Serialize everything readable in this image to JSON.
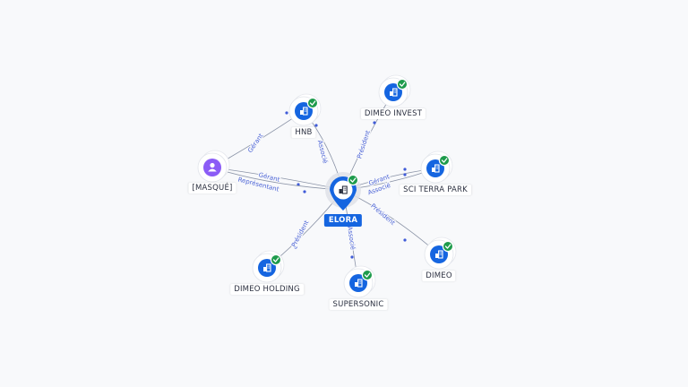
{
  "graph": {
    "center": {
      "name": "ELORA",
      "icon": "company-icon",
      "verified": true
    },
    "nodes": [
      {
        "id": "masque",
        "name": "[MASQUÉ]",
        "type": "person",
        "icon": "person-icon",
        "verified": false
      },
      {
        "id": "hnb",
        "name": "HNB",
        "type": "company",
        "icon": "company-icon",
        "verified": true
      },
      {
        "id": "dimeo-invest",
        "name": "DIMEO INVEST",
        "type": "company",
        "icon": "company-icon",
        "verified": true
      },
      {
        "id": "sci-terra-park",
        "name": "SCI TERRA PARK",
        "type": "company",
        "icon": "company-icon",
        "verified": true
      },
      {
        "id": "dimeo",
        "name": "DIMEO",
        "type": "company",
        "icon": "company-icon",
        "verified": true
      },
      {
        "id": "supersonic",
        "name": "SUPERSONIC",
        "type": "company",
        "icon": "company-icon",
        "verified": true
      },
      {
        "id": "dimeo-holding",
        "name": "DIMEO HOLDING",
        "type": "company",
        "icon": "company-icon",
        "verified": true
      }
    ],
    "edges": [
      {
        "from": "masque",
        "to": "hnb",
        "label": "Gérant"
      },
      {
        "from": "masque",
        "to": "center",
        "label": "Gérant"
      },
      {
        "from": "masque",
        "to": "center",
        "label": "Représentant"
      },
      {
        "from": "center",
        "to": "hnb",
        "label": "Associé"
      },
      {
        "from": "center",
        "to": "dimeo-invest",
        "label": "Président"
      },
      {
        "from": "center",
        "to": "sci-terra-park",
        "label": "Gérant"
      },
      {
        "from": "center",
        "to": "sci-terra-park",
        "label": "Associé"
      },
      {
        "from": "center",
        "to": "dimeo",
        "label": "Président"
      },
      {
        "from": "center",
        "to": "supersonic",
        "label": "Associé"
      },
      {
        "from": "center",
        "to": "dimeo-holding",
        "label": "Président"
      }
    ]
  },
  "colors": {
    "company": "#1565e0",
    "person": "#8b5cf6",
    "verified": "#1e9b4c",
    "edge": "#8a93a6",
    "edge_label": "#4b63d6"
  }
}
